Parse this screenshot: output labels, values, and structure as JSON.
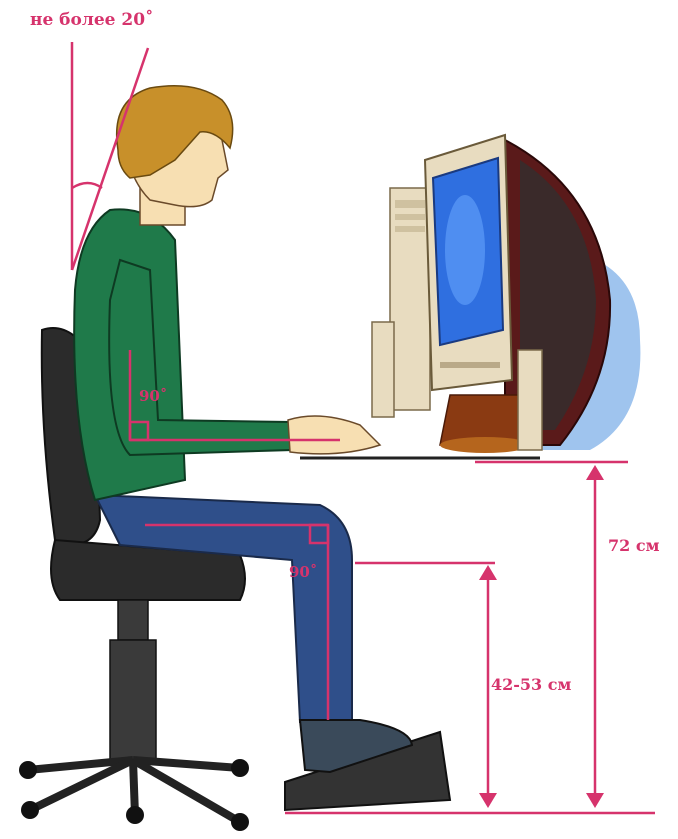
{
  "annotations": {
    "head_tilt": "не более 20˚",
    "elbow_angle": "90˚",
    "knee_angle": "90˚",
    "desk_height": "72 см",
    "seat_height": "42-53 см"
  },
  "colors": {
    "annotation": "#d6336c",
    "shirt": "#1f7a4a",
    "pants": "#2f4f8a",
    "hair": "#c8902a",
    "skin": "#f7dfb2",
    "chair": "#2b2b2b",
    "monitor_case": "#e8dcc0",
    "monitor_screen": "#2f6fe0",
    "monitor_back": "#5a1a1a"
  }
}
